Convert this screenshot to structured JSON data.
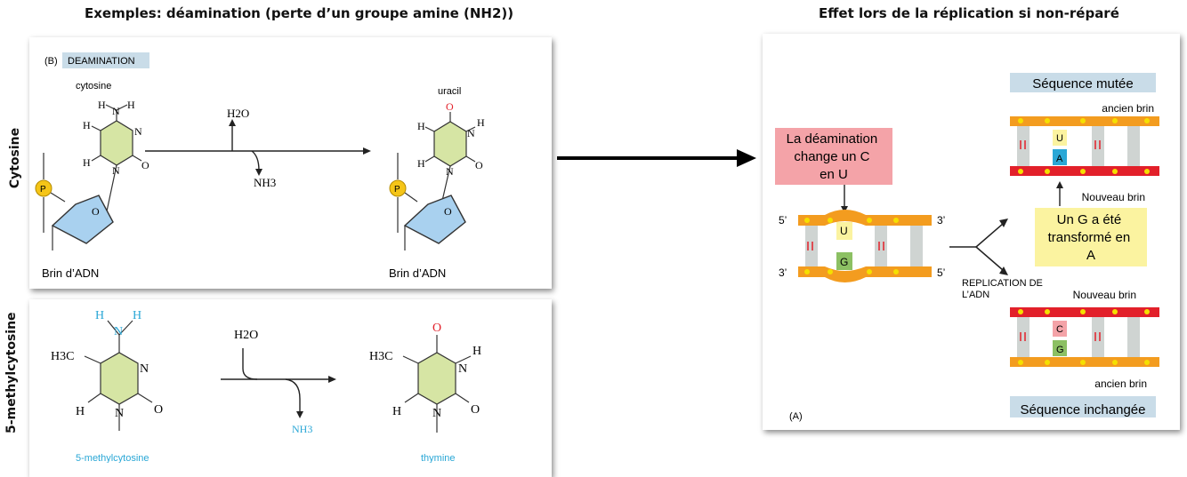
{
  "titles": {
    "left": "Exemples: déamination (perte d’un groupe amine (NH2))",
    "right": "Effet lors de la réplication si non-réparé"
  },
  "side_labels": {
    "cytosine": "Cytosine",
    "methylcytosine": "5-methylcytosine"
  },
  "panel_b": {
    "letter": "(B)",
    "tag": "DEAMINATION",
    "left_name": "cytosine",
    "right_name": "uracil",
    "reagent_in": "H2O",
    "reagent_out": "NH3",
    "strand_left": "Brin d’ADN",
    "strand_right": "Brin d’ADN",
    "phosphate": "P",
    "atoms": {
      "H": "H",
      "N": "N",
      "O": "O"
    }
  },
  "panel_c": {
    "left_name": "5-methylcytosine",
    "right_name": "thymine",
    "reagent_in": "H2O",
    "reagent_out": "NH3",
    "methyl": "H3C",
    "atoms": {
      "H": "H",
      "N": "N",
      "O": "O"
    }
  },
  "panel_a": {
    "letter": "(A)",
    "deamination_box": "La déamination change un C en U",
    "mutated_header": "Séquence mutée",
    "unchanged_header": "Séquence inchangée",
    "g_transformed_box": "Un G a été transformé en A",
    "replication_label": "REPLICATION DE L’ADN",
    "old_strand": "ancien brin",
    "new_strand": "Nouveau brin",
    "five_prime": "5’",
    "three_prime": "3’",
    "bases": {
      "U": "U",
      "G": "G",
      "A": "A",
      "C": "C"
    }
  },
  "colors": {
    "orange": "#f39c1f",
    "red": "#e2202a",
    "green_ring": "#d6e5a4",
    "sugar_blue": "#a9d1ef",
    "phosphate_yellow": "#f5c518",
    "pink_box": "#f4a3a8",
    "yellow_box": "#fbf3a0",
    "header_blue": "#c9dce8",
    "cyan_text": "#2aa7d6"
  }
}
